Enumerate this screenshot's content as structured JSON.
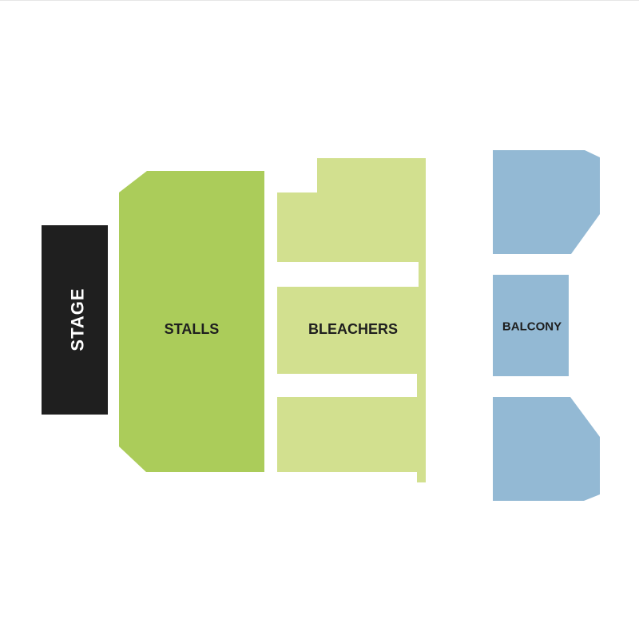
{
  "map": {
    "stage": {
      "label": "STAGE",
      "color": "#1f1f1f"
    },
    "sections": [
      {
        "id": "stalls",
        "label": "STALLS",
        "color": "#abcc5a"
      },
      {
        "id": "bleachers",
        "label": "BLEACHERS",
        "color": "#d2e08f"
      },
      {
        "id": "balcony",
        "label": "BALCONY",
        "color": "#93b9d4"
      }
    ]
  }
}
